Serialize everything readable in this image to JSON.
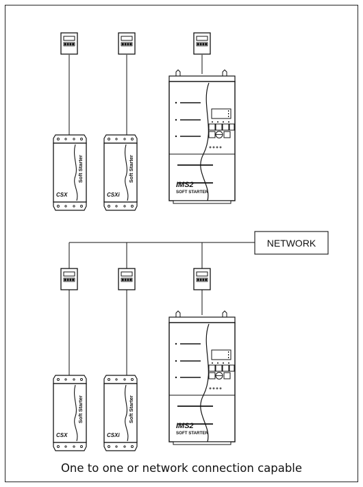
{
  "caption": "One to one or network connection capable",
  "network_label": "NETWORK",
  "soft_starter_label": "Soft Starter",
  "csx_model": "CSX",
  "csxi_model": "CSXi",
  "ims_model": "IMS2",
  "ims_subtitle": "SOFT STARTER"
}
